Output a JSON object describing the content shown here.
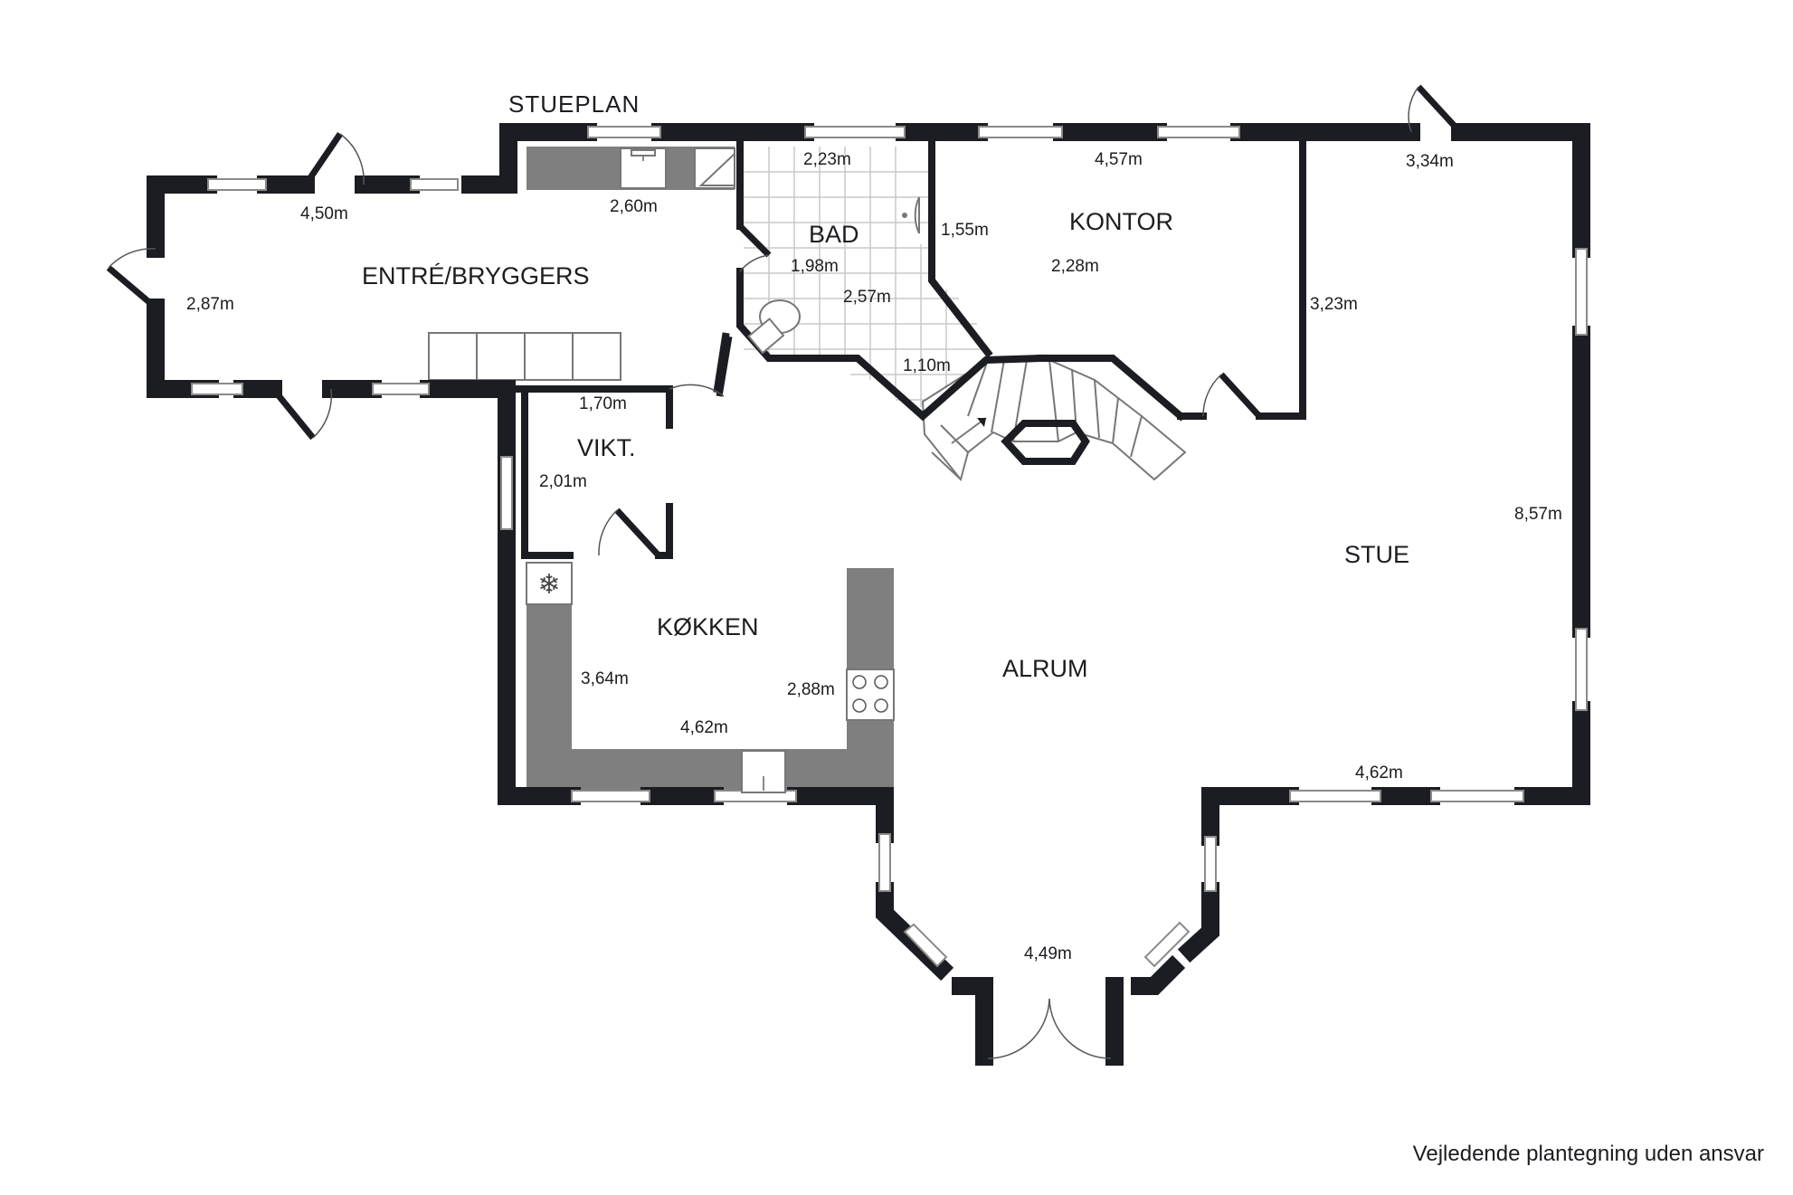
{
  "plan_title": "STUEPLAN",
  "disclaimer": "Vejledende plantegning uden ansvar",
  "rooms": {
    "entre": "ENTRÉ/BRYGGERS",
    "bad": "BAD",
    "kontor": "KONTOR",
    "vikt": "VIKT.",
    "kokken": "KØKKEN",
    "alrum": "ALRUM",
    "stue": "STUE"
  },
  "dimensions": {
    "entre_top": "4,50m",
    "entre_side": "2,87m",
    "entre_counter": "2,60m",
    "bad_top": "2,23m",
    "bad_side": "1,98m",
    "bad_diag": "2,57m",
    "bad_bottom": "1,10m",
    "kontor_top": "4,57m",
    "kontor_left": "1,55m",
    "kontor_inner": "2,28m",
    "kontor_right": "3,23m",
    "stue_top": "3,34m",
    "stue_right": "8,57m",
    "stue_bottom": "4,62m",
    "vikt_top": "1,70m",
    "vikt_side": "2,01m",
    "kokken_side": "3,64m",
    "kokken_bottom": "4,62m",
    "kokken_right": "2,88m",
    "alrum_bottom": "4,49m"
  },
  "colors": {
    "wall": "#1b1d22",
    "counter": "#7f7f7f",
    "window": "#8a8a8a"
  }
}
